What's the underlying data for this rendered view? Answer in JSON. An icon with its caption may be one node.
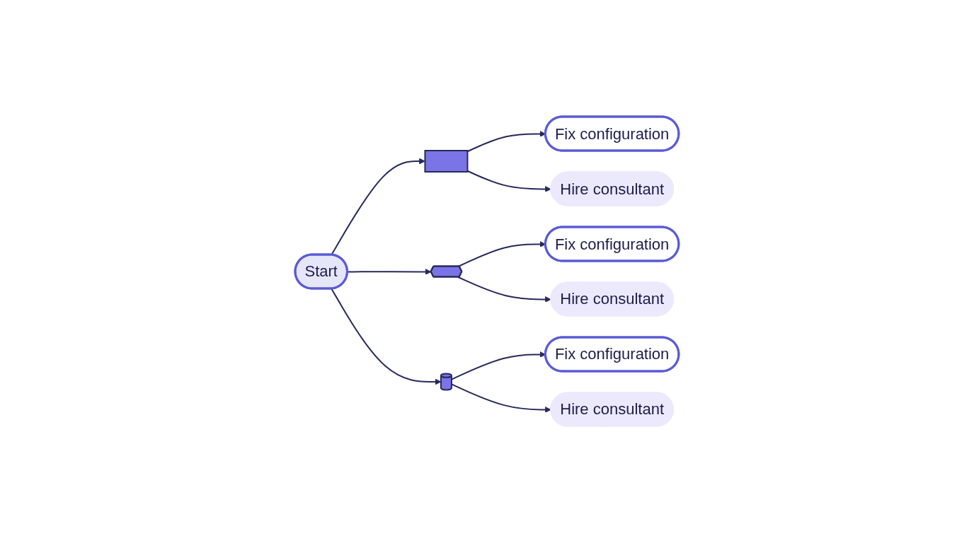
{
  "diagram": {
    "nodes": [
      {
        "text": [
          "Start"
        ]
      },
      {
        "text": [],
        "shape": "envelope"
      },
      {
        "text": [],
        "shape": "shield"
      },
      {
        "text": [],
        "shape": "cylinder"
      },
      {
        "text": [
          "Fix configuration"
        ]
      },
      {
        "text": [
          "Hire consultant"
        ]
      },
      {
        "text": [
          "Fix configuration"
        ]
      },
      {
        "text": [
          "Hire consultant"
        ]
      },
      {
        "text": [
          "Fix configuration"
        ]
      },
      {
        "text": [
          "Hire consultant"
        ]
      }
    ],
    "edges": [
      {
        "from": 0,
        "to": 1,
        "arrow": "to"
      },
      {
        "from": 0,
        "to": 2,
        "arrow": "to"
      },
      {
        "from": 0,
        "to": 3,
        "arrow": "to"
      },
      {
        "from": 1,
        "to": 4,
        "arrow": "to"
      },
      {
        "from": 1,
        "to": 5,
        "arrow": "to"
      },
      {
        "from": 2,
        "to": 6,
        "arrow": "to"
      },
      {
        "from": 2,
        "to": 7,
        "arrow": "to"
      },
      {
        "from": 3,
        "to": 8,
        "arrow": "to"
      },
      {
        "from": 3,
        "to": 9,
        "arrow": "to"
      }
    ]
  }
}
